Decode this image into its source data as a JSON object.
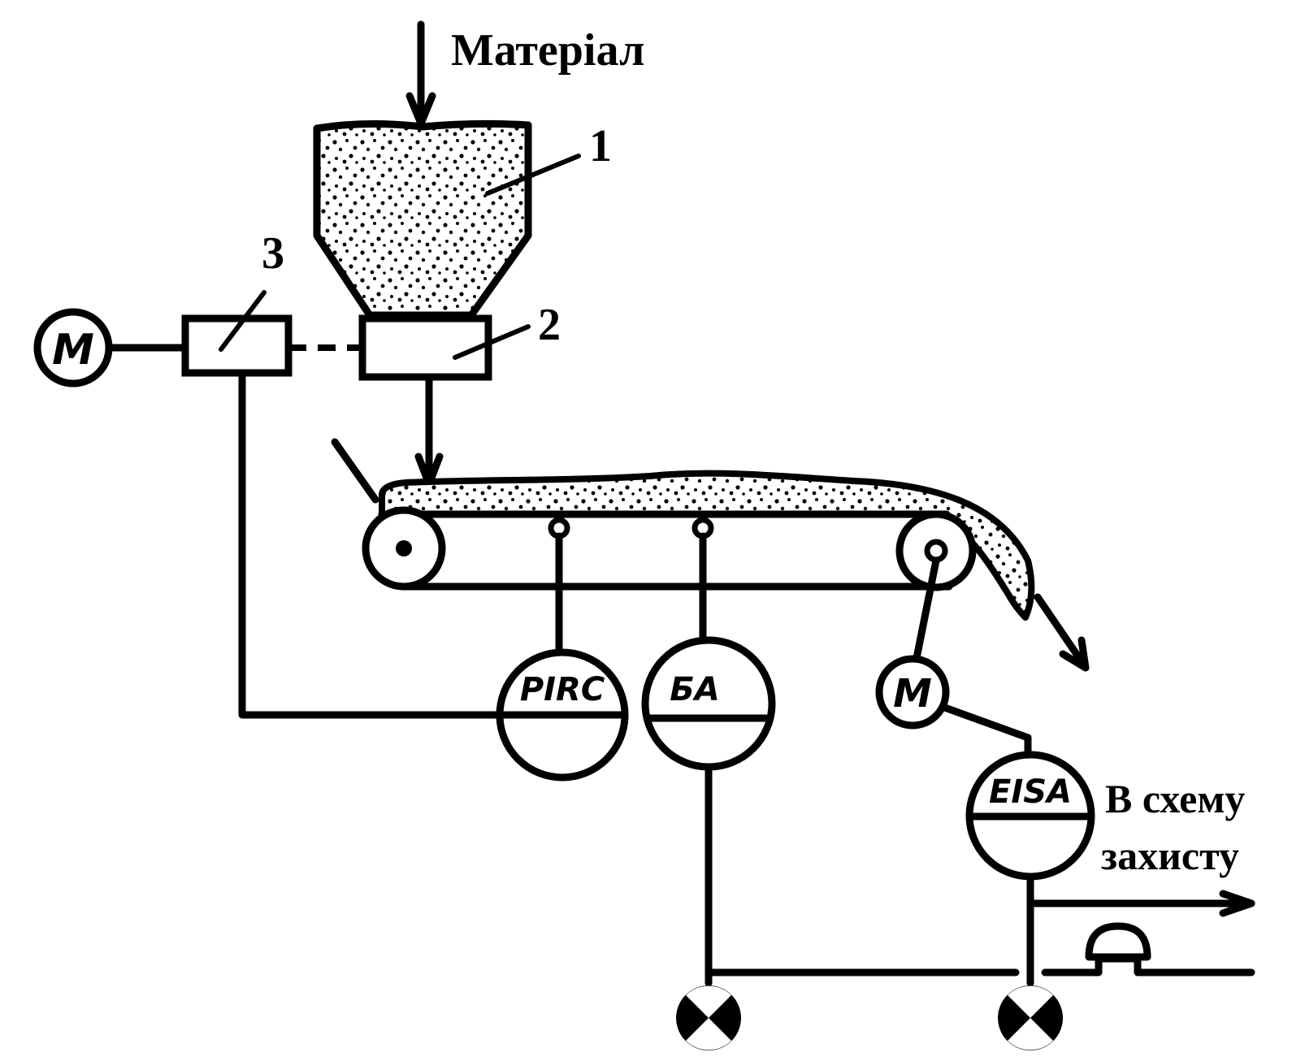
{
  "labels": {
    "material": "Матеріал",
    "protection_line1": "В схему",
    "protection_line2": "захисту"
  },
  "callouts": {
    "hopper": "1",
    "feeder": "2",
    "regulator": "3"
  },
  "instruments": {
    "motor_left": "M",
    "motor_right": "M",
    "pirc": "PIRC",
    "ba": "БА",
    "eisa": "EISA"
  },
  "colors": {
    "ink": "#000000",
    "paper": "#ffffff"
  }
}
